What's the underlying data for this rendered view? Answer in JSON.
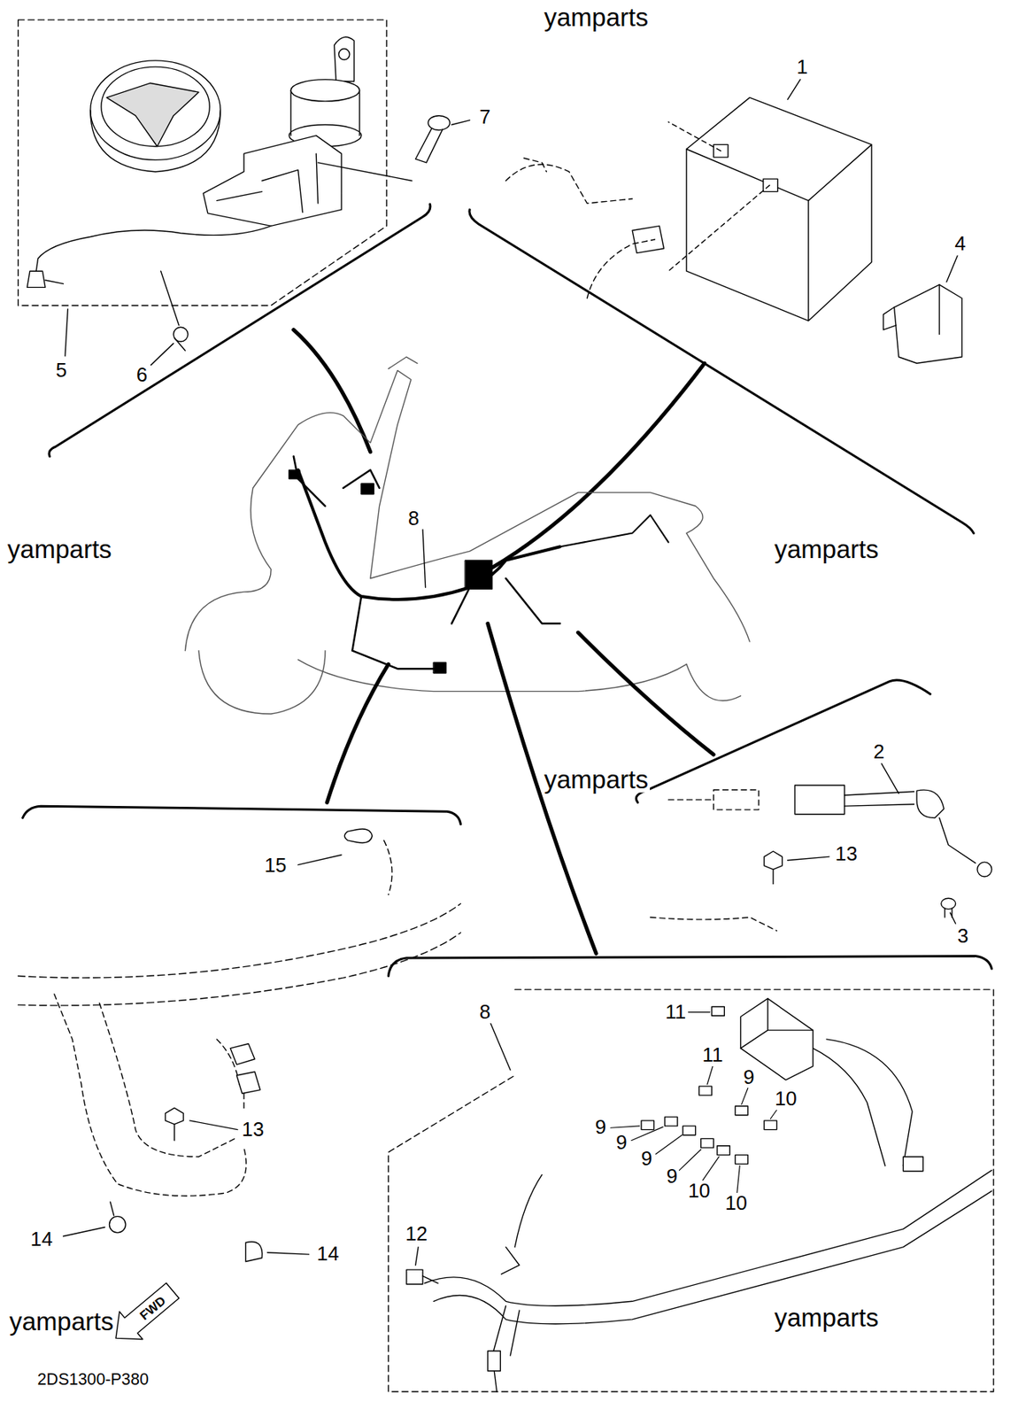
{
  "diagram": {
    "labels": [
      "yamparts",
      "1",
      "7",
      "4",
      "5",
      "6",
      "8",
      "yamparts",
      "yamparts",
      "2",
      "yamparts",
      "13",
      "15",
      "3",
      "8",
      "11",
      "11",
      "9",
      "10",
      "9",
      "13",
      "9",
      "9",
      "9",
      "10",
      "10",
      "12",
      "14",
      "14",
      "FWD",
      "yamparts",
      "yamparts",
      "2DS1300-P380"
    ]
  }
}
